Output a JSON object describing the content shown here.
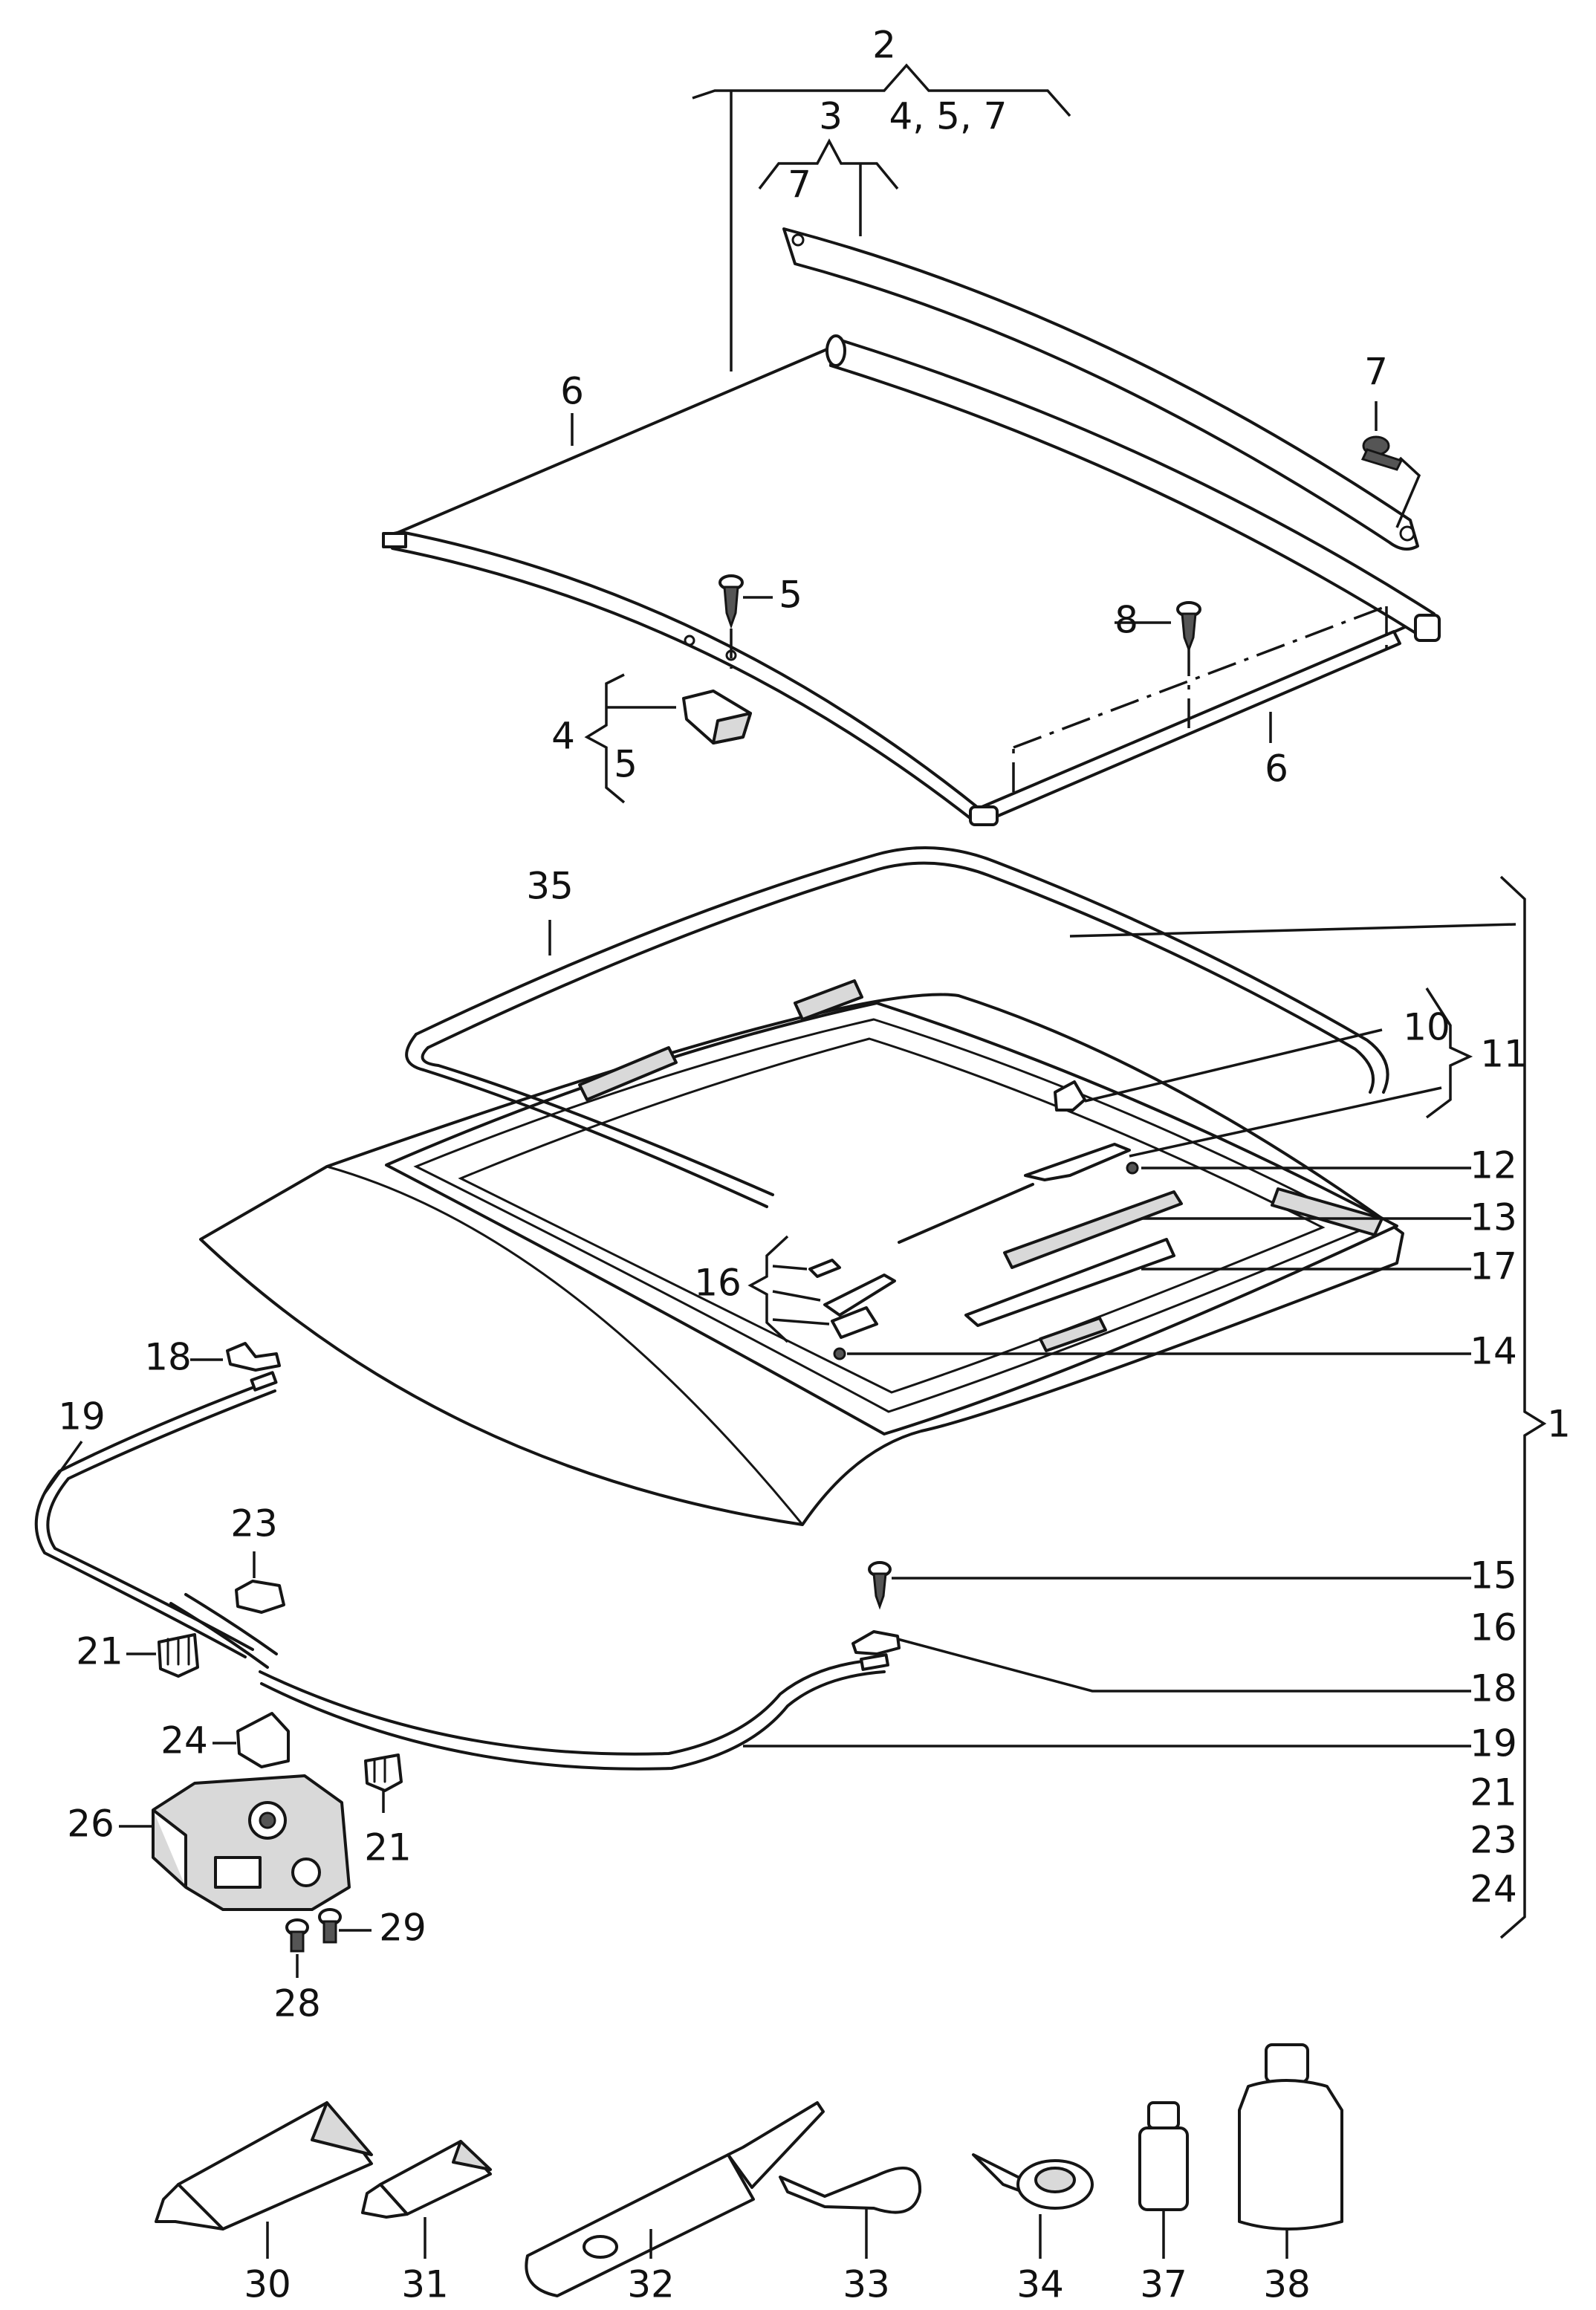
{
  "labels": {
    "l1": "1",
    "l2": "2",
    "l3": "3",
    "l457": "4, 5, 7",
    "l7a": "7",
    "l7b": "7",
    "l6a": "6",
    "l6b": "6",
    "l5a": "5",
    "l5b": "5",
    "l4": "4",
    "l8": "8",
    "l35": "35",
    "l10": "10",
    "l11": "11",
    "l12": "12",
    "l13": "13",
    "l14": "14",
    "l16a": "16",
    "l17": "17",
    "l18a": "18",
    "l19a": "19",
    "l23a": "23",
    "l21a": "21",
    "l24a": "24",
    "l26": "26",
    "l21b": "21",
    "l28": "28",
    "l29": "29",
    "l15": "15",
    "l16b": "16",
    "l18b": "18",
    "l19b": "19",
    "l21c": "21",
    "l23b": "23",
    "l24b": "24",
    "l30": "30",
    "l31": "31",
    "l32": "32",
    "l33": "33",
    "l34": "34",
    "l37": "37",
    "l38": "38"
  }
}
